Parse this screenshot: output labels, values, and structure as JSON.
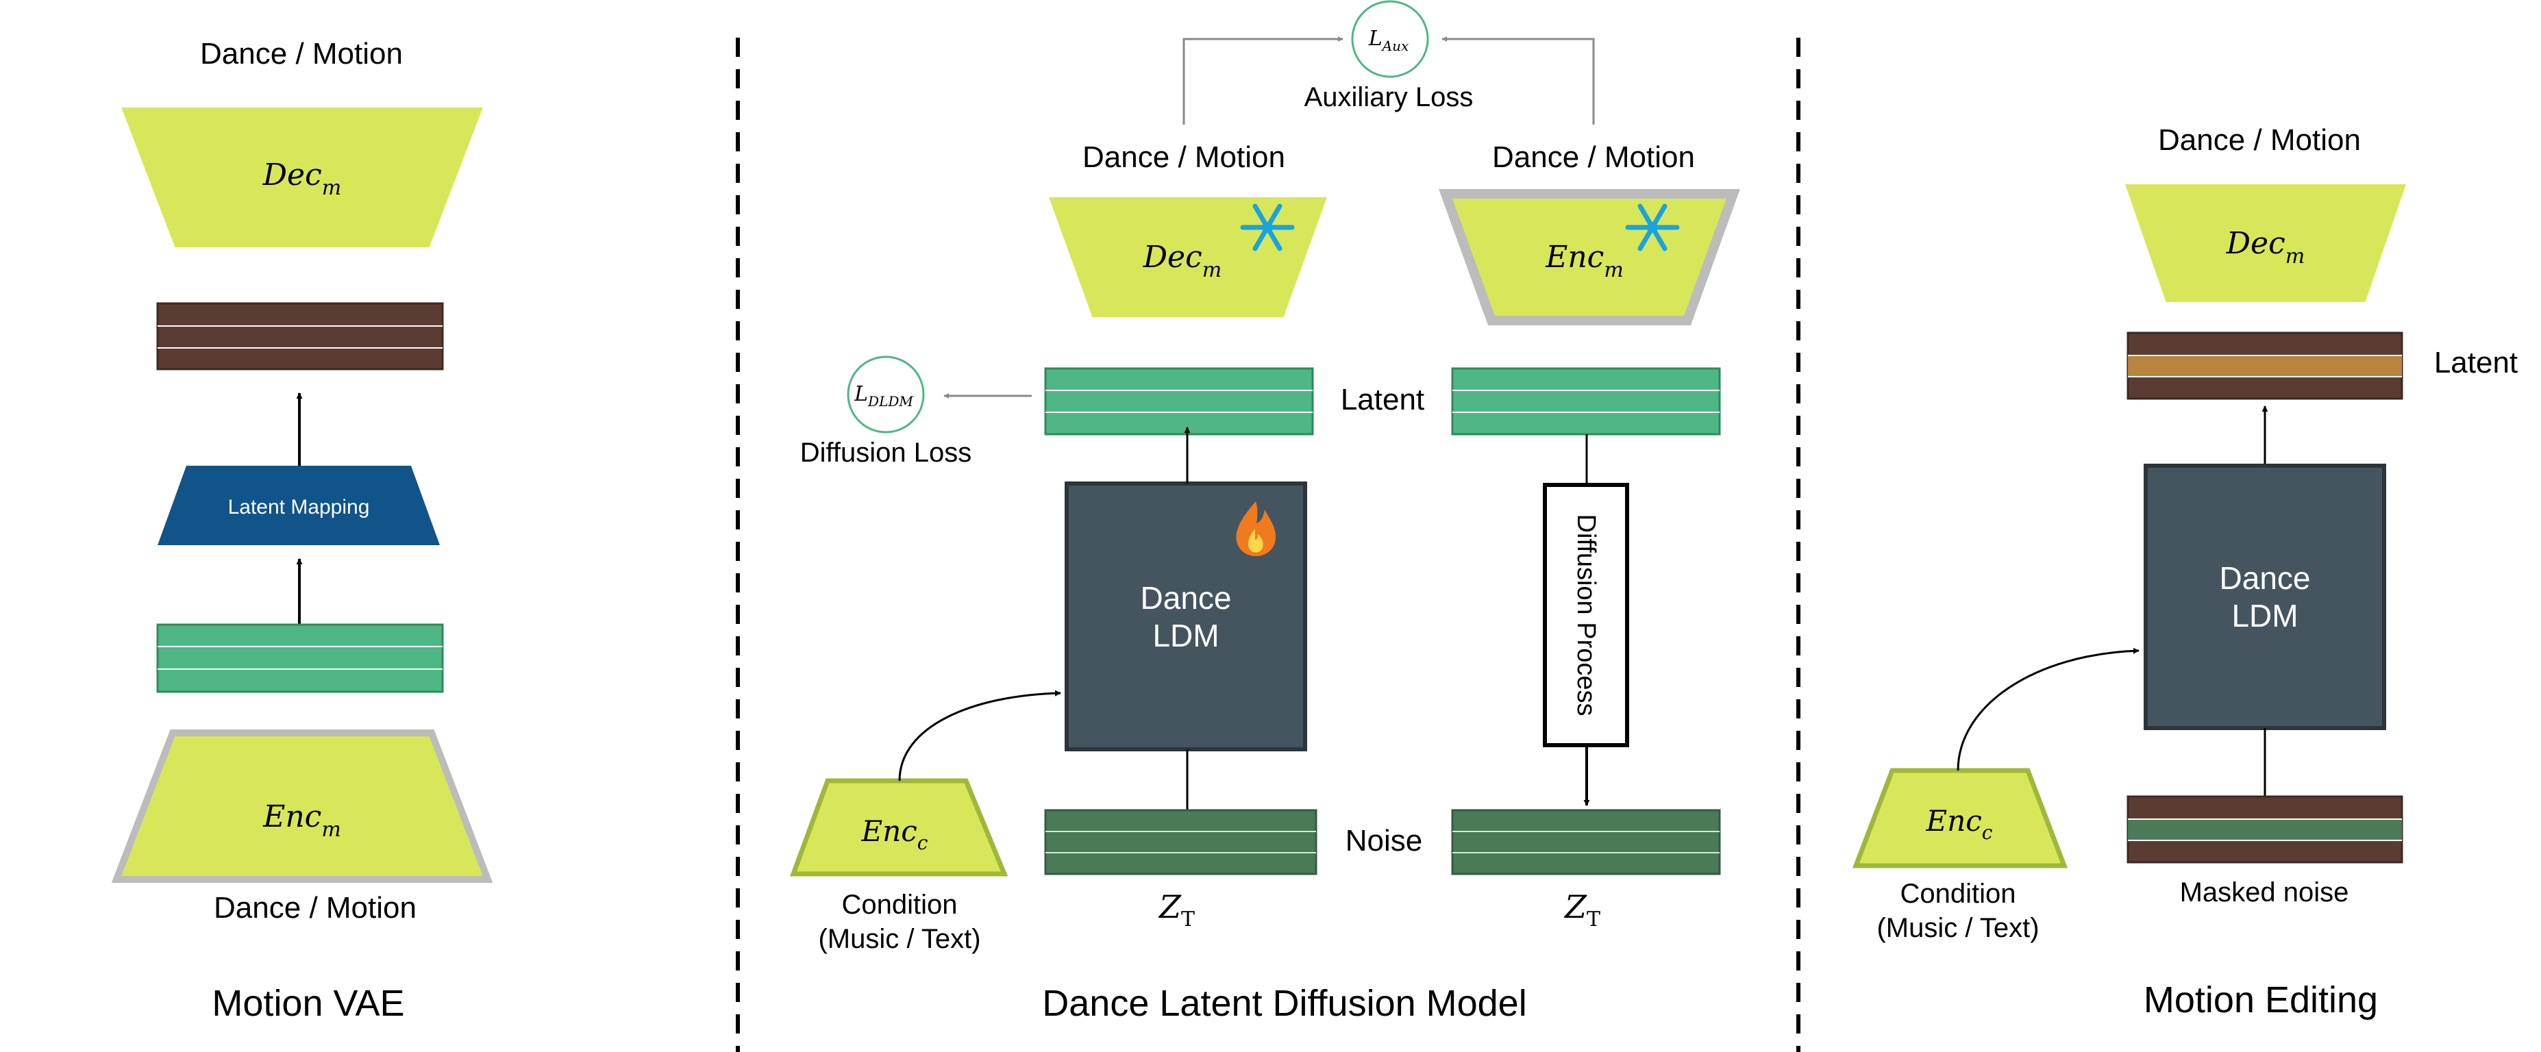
{
  "sections": {
    "vae": {
      "title": "Motion VAE",
      "top_label": "Dance / Motion",
      "bottom_label": "Dance / Motion",
      "decoder": {
        "base": "Dec",
        "sub": "m"
      },
      "encoder": {
        "base": "Enc",
        "sub": "m"
      },
      "mapping": "Latent Mapping"
    },
    "ldm": {
      "title": "Dance Latent Diffusion Model",
      "aux_loss": {
        "symbol": "L",
        "sub": "Aux",
        "caption": "Auxiliary Loss"
      },
      "diff_loss": {
        "symbol": "L",
        "sub": "DLDM",
        "caption": "Diffusion Loss"
      },
      "left_top_label": "Dance / Motion",
      "right_top_label": "Dance / Motion",
      "decoder": {
        "base": "Dec",
        "sub": "m"
      },
      "encoder": {
        "base": "Enc",
        "sub": "m"
      },
      "latent_label": "Latent",
      "noise_label": "Noise",
      "model_line1": "Dance",
      "model_line2": "LDM",
      "diffusion_process": "Diffusion Process",
      "cond_encoder": {
        "base": "Enc",
        "sub": "c"
      },
      "condition_line1": "Condition",
      "condition_line2": "(Music / Text)",
      "zt_left": {
        "base": "Z",
        "sub": "T"
      },
      "zt_right": {
        "base": "Z",
        "sub": "T"
      }
    },
    "editing": {
      "title": "Motion Editing",
      "top_label": "Dance / Motion",
      "decoder": {
        "base": "Dec",
        "sub": "m"
      },
      "latent_label": "Latent",
      "model_line1": "Dance",
      "model_line2": "LDM",
      "cond_encoder": {
        "base": "Enc",
        "sub": "c"
      },
      "condition_line1": "Condition",
      "condition_line2": "(Music / Text)",
      "masked_noise": "Masked noise"
    }
  },
  "colors": {
    "block_yellow": "#d8e65a",
    "latent_green": "#4eb784",
    "latent_brown": "#5a3c33",
    "noise_green": "#4a7a57",
    "mapping_blue": "#10548a",
    "ldm_slate": "#455560",
    "highlight_tan": "#b8843e",
    "snowflake": "#1aa3dc",
    "fire": "#f07a1e"
  },
  "icons": [
    "snowflake-icon",
    "snowflake-icon",
    "fire-icon"
  ]
}
